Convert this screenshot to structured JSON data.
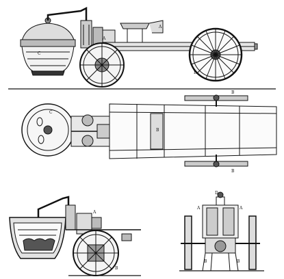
{
  "plate": {
    "ink": "#111111",
    "paper": "#ffffff",
    "views": {
      "side_elevation": {
        "labels": {
          "boiler": "C",
          "wheel_right": "B",
          "seat": "A",
          "engine_a": "A"
        }
      },
      "plan_view": {
        "labels": {
          "boiler": "C",
          "frame": "B",
          "wheel_top": "B",
          "wheel_bottom": "B"
        }
      },
      "section_detail": {
        "labels": {
          "engine": "A",
          "wheel": "B"
        }
      },
      "front_elevation": {
        "labels": {
          "top": "D",
          "left": "A",
          "right": "A",
          "bottom_left": "B",
          "bottom_right": "B"
        }
      }
    }
  }
}
